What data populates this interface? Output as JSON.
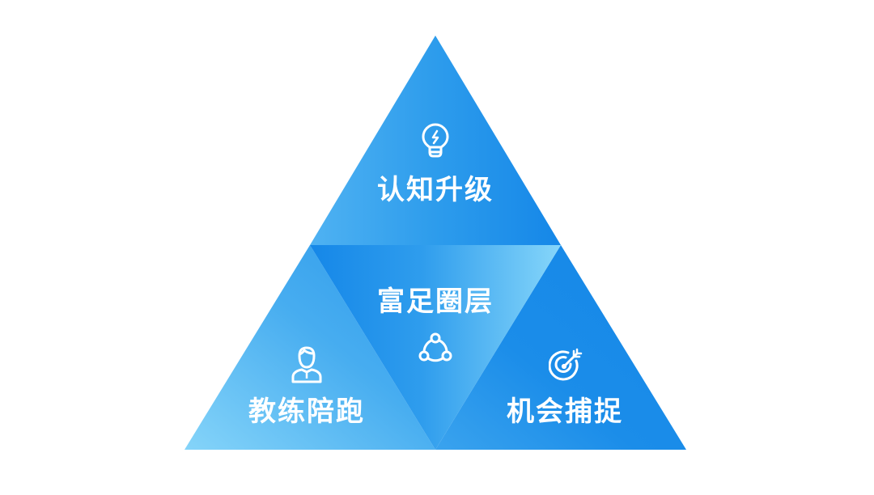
{
  "diagram": {
    "type": "pyramid-triangle",
    "colors": {
      "deep_blue": "#1587e8",
      "mid_blue": "#3aa3ee",
      "light_blue": "#7fd0f8",
      "text": "#ffffff",
      "background": "#ffffff"
    },
    "segments": [
      {
        "id": "top",
        "label": "认知升级",
        "icon": "lightbulb-icon"
      },
      {
        "id": "center",
        "label": "富足圈层",
        "icon": "community-network-icon"
      },
      {
        "id": "left",
        "label": "教练陪跑",
        "icon": "coach-person-icon"
      },
      {
        "id": "right",
        "label": "机会捕捉",
        "icon": "target-icon"
      }
    ]
  }
}
